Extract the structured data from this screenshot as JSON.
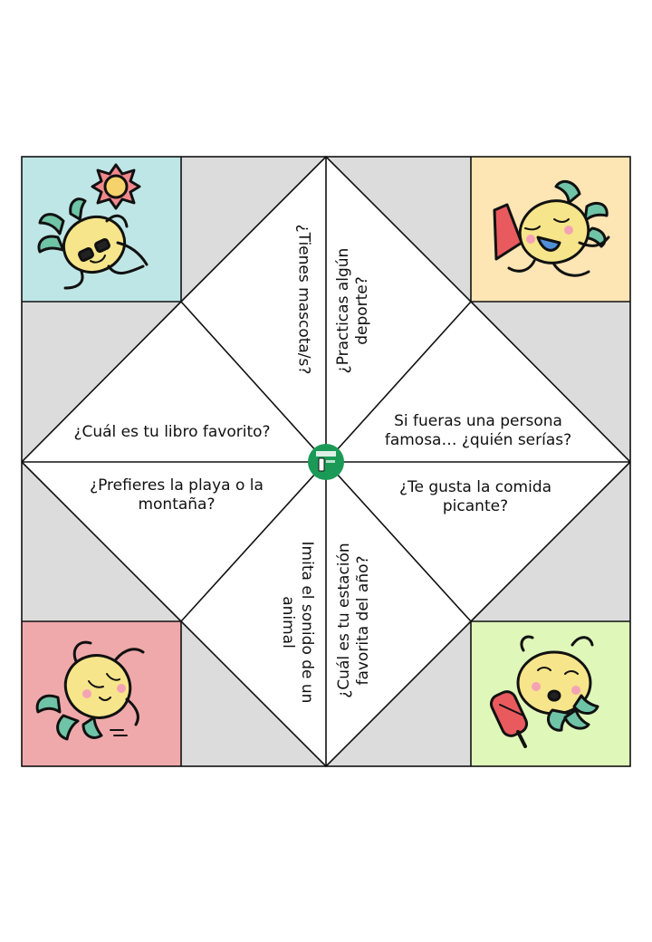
{
  "colors": {
    "corner_top_left": "#bfe6e6",
    "corner_top_right": "#fde5b4",
    "corner_bottom_left": "#f0a9ab",
    "corner_bottom_right": "#dff7b9",
    "gray_panel": "#dcdcdc",
    "center_badge": "#1a9a56",
    "pineapple": "#f6e58a",
    "leaf": "#6fc3a6"
  },
  "corner_images": [
    {
      "name": "pineapple-sunbathing-icon"
    },
    {
      "name": "pineapple-superhero-icon"
    },
    {
      "name": "pineapple-dancing-icon"
    },
    {
      "name": "pineapple-icecream-icon"
    }
  ],
  "questions": {
    "q_pets": "¿Tienes mascota/s?",
    "q_sport": "¿Practicas algún deporte?",
    "q_book": "¿Cuál es tu libro favorito?",
    "q_famous": "Si fueras una persona famosa… ¿quién serías?",
    "q_beach": "¿Prefieres la playa o la montaña?",
    "q_spicy": "¿Te gusta la comida picante?",
    "q_animal": "Imita el sonido de un animal",
    "q_season": "¿Cuál es tu estación favorita del año?"
  }
}
